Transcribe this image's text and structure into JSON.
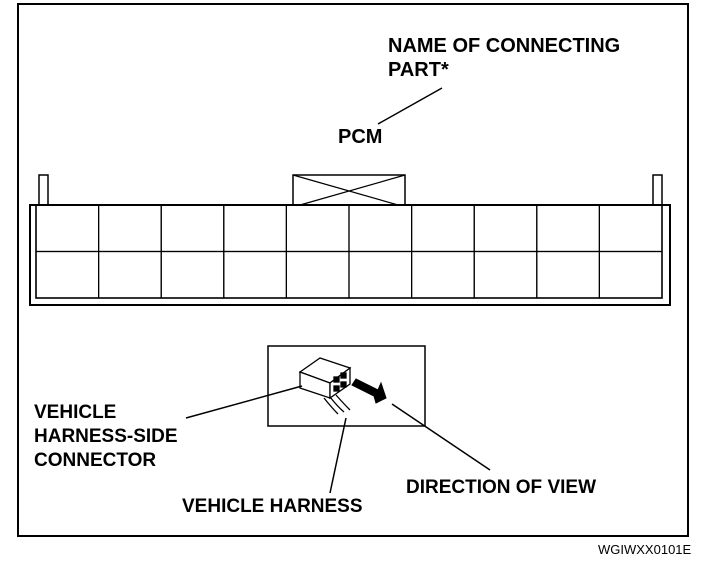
{
  "labels": {
    "name_of_connecting_part_line1": "NAME OF CONNECTING",
    "name_of_connecting_part_line2": "PART*",
    "pcm": "PCM",
    "vehicle_harness_side_connector_line1": "VEHICLE",
    "vehicle_harness_side_connector_line2": "HARNESS-SIDE",
    "vehicle_harness_side_connector_line3": "CONNECTOR",
    "vehicle_harness": "VEHICLE HARNESS",
    "direction_of_view": "DIRECTION OF VIEW",
    "figure_code": "WGIWXX0101E"
  },
  "connector": {
    "rows": 2,
    "columns": 10
  },
  "colors": {
    "line": "#000000",
    "background": "#ffffff"
  }
}
